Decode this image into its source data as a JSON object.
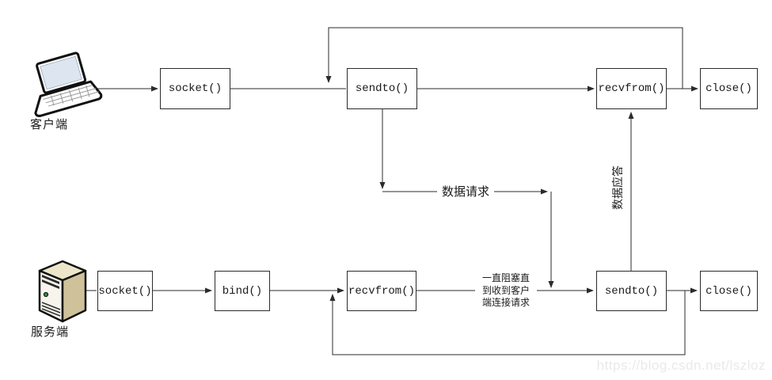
{
  "page": {
    "watermark": "https://blog.csdn.net/lszloz"
  },
  "diagram": {
    "type": "udp-socket-flow",
    "client": {
      "device_label": "客户端",
      "nodes": {
        "socket": "socket()",
        "sendto": "sendto()",
        "recvfrom": "recvfrom()",
        "close": "close()"
      }
    },
    "server": {
      "device_label": "服务端",
      "nodes": {
        "socket": "socket()",
        "bind": "bind()",
        "recvfrom": "recvfrom()",
        "sendto": "sendto()",
        "close": "close()"
      }
    },
    "edge_labels": {
      "request": "数据请求",
      "response": "数据应答",
      "blocking_note": "一直阻塞直\n到收到客户\n端连接请求"
    }
  },
  "colors": {
    "background": "#ffffff",
    "line": "#2b2b2b",
    "box_border": "#2b2b2b",
    "box_fill": "#ffffff",
    "text": "#1a1a1a",
    "watermark_text": "#e9e9ed",
    "laptop_screen": "#dde6f0",
    "server_side": "#cfc29a",
    "server_top": "#ece5c9",
    "server_front": "#f6f4ec",
    "server_led": "#2e8b2e"
  }
}
